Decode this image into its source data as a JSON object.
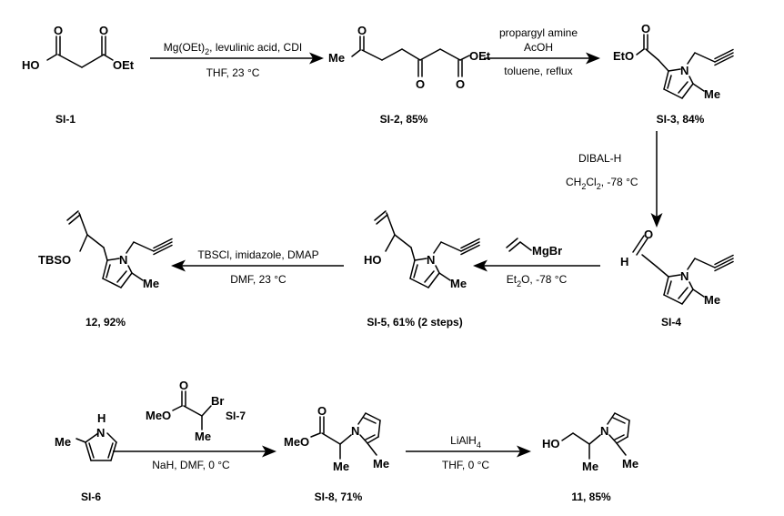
{
  "compounds": {
    "sm1": {
      "label": "SI-1"
    },
    "sm2": {
      "label": "SI-2, 85%"
    },
    "sm3": {
      "label": "SI-3, 84%"
    },
    "sm4": {
      "label": "SI-4"
    },
    "sm5": {
      "label": "SI-5, 61% (2 steps)"
    },
    "p12": {
      "label": "12, 92%"
    },
    "sm6": {
      "label": "SI-6"
    },
    "sm7": {
      "label": "SI-7"
    },
    "sm8": {
      "label": "SI-8, 71%"
    },
    "p11": {
      "label": "11, 85%"
    }
  },
  "atoms": {
    "HO": "HO",
    "O": "O",
    "OEt": "OEt",
    "Me": "Me",
    "EtO": "EtO",
    "N": "N",
    "H": "H",
    "TBSO": "TBSO",
    "MeO": "MeO",
    "Br": "Br",
    "NH": "H",
    "MgBr": "MgBr"
  },
  "conditions": {
    "step1_top_a": "Mg(OEt)",
    "step1_top_sub": "2",
    "step1_top_b": ", levulinic acid, CDI",
    "step1_bottom": "THF, 23 °C",
    "step2_line1": "propargyl amine",
    "step2_line2": "AcOH",
    "step2_line3": "toluene, reflux",
    "step3_line1": "DIBAL-H",
    "step3_line2_a": "CH",
    "step3_line2_sub1": "2",
    "step3_line2_b": "Cl",
    "step3_line2_sub2": "2",
    "step3_line2_c": ", -78 °C",
    "step4_bottom_a": "Et",
    "step4_bottom_sub": "2",
    "step4_bottom_b": "O, -78 °C",
    "step5_top": "TBSCl, imidazole, DMAP",
    "step5_bottom": "DMF, 23 °C",
    "step6_bottom": "NaH, DMF, 0 °C",
    "step7_top_a": "LiAlH",
    "step7_top_sub": "4",
    "step7_bottom": "THF, 0 °C"
  }
}
